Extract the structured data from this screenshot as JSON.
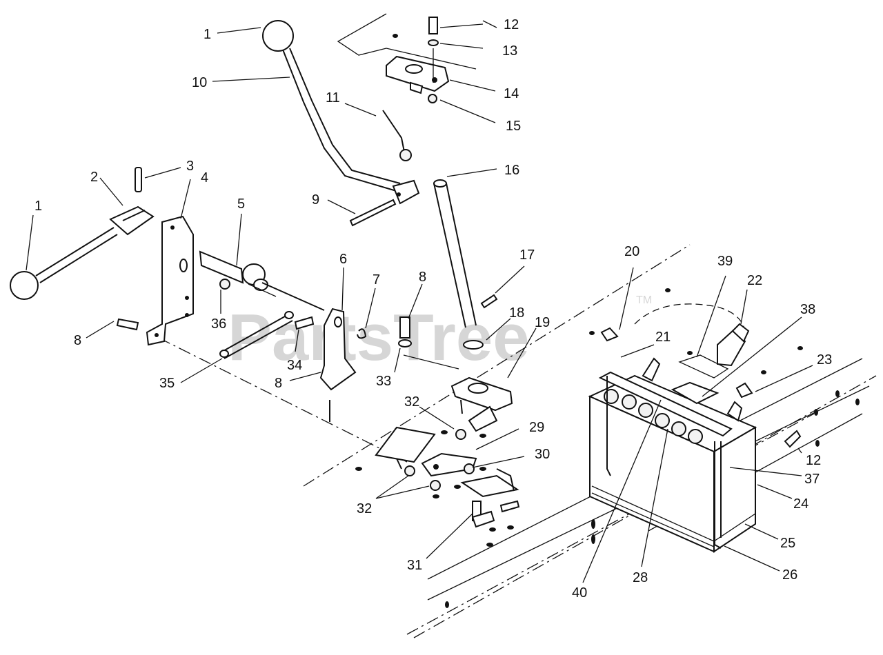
{
  "watermark": {
    "text": "PartsTree",
    "trademark": "TM"
  },
  "callouts": [
    "1",
    "10",
    "11",
    "12",
    "13",
    "14",
    "15",
    "16",
    "9",
    "2",
    "3",
    "4",
    "5",
    "1",
    "8",
    "36",
    "34",
    "35",
    "6",
    "7",
    "8",
    "8",
    "33",
    "18",
    "17",
    "19",
    "32",
    "29",
    "30",
    "32",
    "31",
    "20",
    "39",
    "22",
    "21",
    "38",
    "23",
    "12",
    "37",
    "24",
    "25",
    "26",
    "28",
    "40"
  ]
}
